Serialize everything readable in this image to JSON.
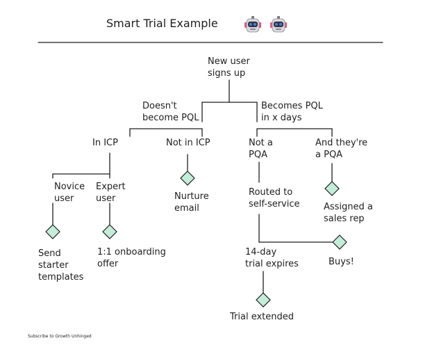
{
  "header": {
    "title": "Smart Trial Example"
  },
  "nodes": {
    "root": "New user\nsigns up",
    "doesnt_become_pql": "Doesn't\nbecome PQL",
    "becomes_pql": "Becomes PQL\nin x days",
    "in_icp": "In ICP",
    "not_in_icp": "Not in ICP",
    "not_a_pqa": "Not a\nPQA",
    "and_theyre_a_pqa": "And they're\na PQA",
    "novice_user": "Novice\nuser",
    "expert_user": "Expert\nuser",
    "nurture_email": "Nurture\nemail",
    "routed_to_self_service": "Routed to\nself-service",
    "assigned_a_sales_rep": "Assigned a\nsales rep",
    "send_starter_templates": "Send\nstarter\ntemplates",
    "onboarding_offer": "1:1 onboarding\noffer",
    "trial_expires": "14-day\ntrial expires",
    "buys": "Buys!",
    "trial_extended": "Trial extended"
  },
  "footer": {
    "text": "Subscribe to Growth Unhinged"
  },
  "colors": {
    "diamond_fill": "#c3ecd9",
    "stroke": "#1e1e1e",
    "robot_head": "#d9d9de",
    "robot_ear": "#e7577c",
    "robot_eye": "#4a7fd4"
  }
}
